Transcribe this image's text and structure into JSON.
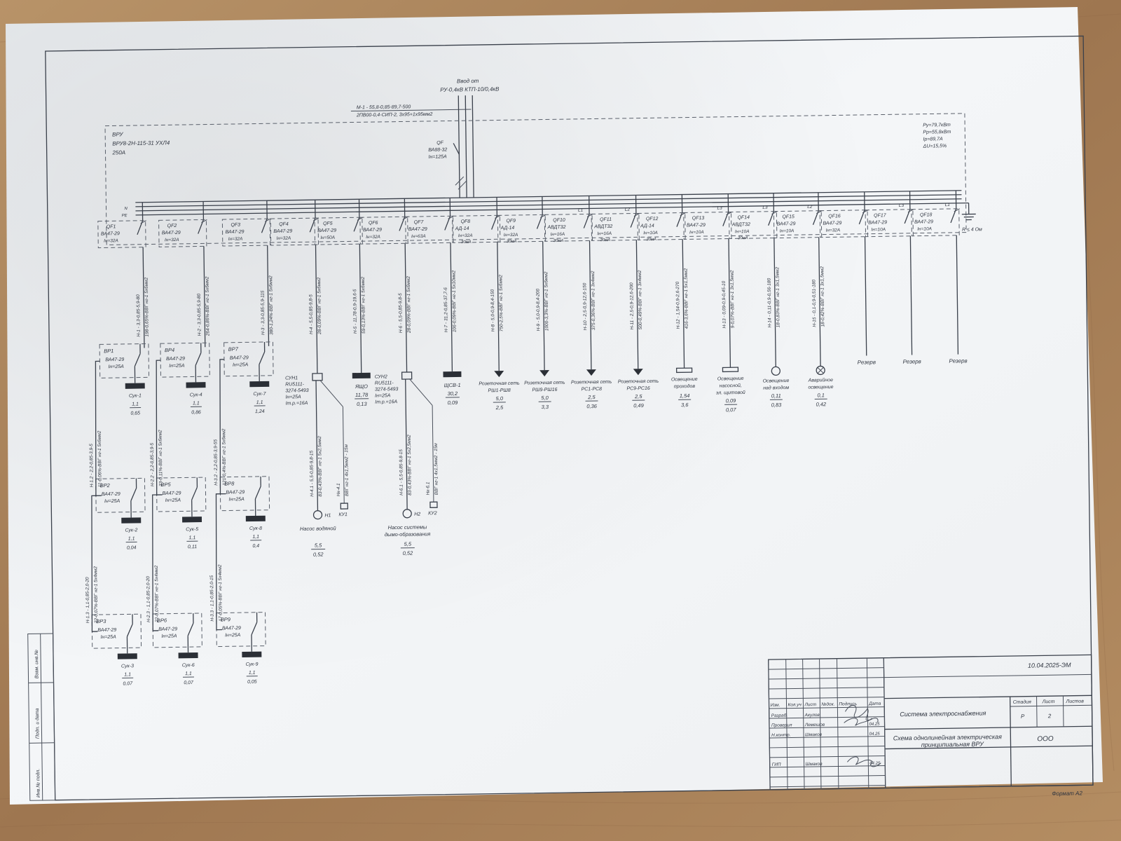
{
  "input": {
    "line1": "Ввод от",
    "line2": "РУ-0,4кВ КТП-10/0,4кВ",
    "cable1": "М-1 - 55,8-0,85-89,7-500",
    "cable2": "2ПВ00-0,4-СИП-2, 3х95+1х95мм2"
  },
  "vru": {
    "line1": "ВРУ",
    "line2": "ВРУ8-2Н-115-31 УХЛ4",
    "line3": "250А"
  },
  "main_breaker": {
    "name": "QF",
    "type": "ВА88-32",
    "rating": "Iн=125А"
  },
  "totals": {
    "line1": "Ру=79,7кВт",
    "line2": "Рр=55,8кВт",
    "line3": "Ip=89,7А",
    "line4": "ΔU=15,5%"
  },
  "bus_labels": [
    "N",
    "PE"
  ],
  "ground_label": "R ≤ 4 Ом",
  "feeders": [
    {
      "qf": "QF1",
      "type": "ВА47-29",
      "rating": "Iн=32А",
      "cable1": "Н-1 - 3,3-0,85-5,9-80",
      "cable2": "198-0,65%-ВВГ нг-1 5х6мм2"
    },
    {
      "qf": "QF2",
      "type": "ВА47-29",
      "rating": "Iн=32А",
      "cable1": "Н-2 - 3,3-0,85-5,9-80",
      "cable2": "264-0,86%-ВВГ нг-1 5х6мм2"
    },
    {
      "qf": "QF3",
      "type": "ВА47-29",
      "rating": "Iн=32А",
      "cable1": "Н-3 - 3,3-0,85-5,9-115",
      "cable2": "380-1,24%-ВВГ нг-1 5х6мм2"
    },
    {
      "qf": "QF4",
      "type": "ВА47-29",
      "rating": "Iн=32А",
      "cable1": "Н-4 - 5,5-0,85-9,8-5",
      "cable2": "28-0,09%-ВВГ нг-1 5х6мм2",
      "load": {
        "name": "СУН1",
        "l1": "RU5111-",
        "l2": "3274-5493",
        "l3": "Iн=25А",
        "l4": "Iт.р.=16А"
      }
    },
    {
      "qf": "QF5",
      "type": "ВА47-29",
      "rating": "Iн=50А",
      "cable1": "Н-5 - 11,78-0,9-19,6-5",
      "cable2": "59-0,13%-ВВГ нг-1 5х6мм2",
      "load": {
        "name": "ЯЩО",
        "l1": "11,78",
        "l2": "0,13"
      }
    },
    {
      "qf": "QF6",
      "type": "ВА47-29",
      "rating": "Iн=32А",
      "cable1": "Н-6 - 5,5-0,85-9,8-5",
      "cable2": "28-0,09%-ВВГ нг-1 5х6мм2",
      "load": {
        "name": "СУН2",
        "l1": "RU5111-",
        "l2": "3274-5493",
        "l3": "Iн=25А",
        "l4": "Iт.р.=16А"
      }
    },
    {
      "qf": "QF7",
      "type": "ВА47-29",
      "rating": "Iн=63А",
      "cable1": "Н-7 - 31,2-0,85-37,7-6",
      "cable2": "106-0,09%-ВВГ нг-1 5х10мм2",
      "load": {
        "name": "ЩСВ-1",
        "l1": "30,2",
        "l2": "0,09"
      }
    },
    {
      "qf": "QF8",
      "type": "АД-14",
      "rating": "Iн=32А",
      "sub": "30мА",
      "cable1": "Н-8 - 5,0-0,9-8,4-150",
      "cable2": "750-2,5%-ВВГ нг-1 5х6мм2",
      "load": {
        "name": "Розеточная сеть",
        "l1": "РШ1-РШ8",
        "l2": "5,0",
        "l3": "2,5"
      }
    },
    {
      "qf": "QF9",
      "type": "АД-14",
      "rating": "Iн=32А",
      "sub": "30мА",
      "cable1": "Н-9 - 5,0-0,9-8,4-200",
      "cable2": "1000-3,3%-ВВГ нг-1 5х6мм2",
      "load": {
        "name": "Розеточная сеть",
        "l1": "РШ9-РШ16",
        "l2": "5,0",
        "l3": "3,3"
      }
    },
    {
      "qf": "QF10",
      "type": "АВДТ32",
      "rating": "Iн=16А",
      "sub": "30мА",
      "phase": "L1",
      "cable1": "Н-10 - 2,5-0,9-12,6-150",
      "cable2": "375-0,36%-ВВГ нг-1 3х4мм2",
      "load": {
        "name": "Розеточная сеть",
        "l1": "РС1-РС8",
        "l2": "2,5",
        "l3": "0,36"
      }
    },
    {
      "qf": "QF11",
      "type": "АВДТ32",
      "rating": "Iн=16А",
      "sub": "30мА",
      "phase": "L2",
      "cable1": "Н-11 - 2,5-0,9-12,6-200",
      "cable2": "500-0,49%-ВВГ нг-1 3х4мм2",
      "load": {
        "name": "Розеточная сеть",
        "l1": "РС9-РС16",
        "l2": "2,5",
        "l3": "0,49"
      }
    },
    {
      "qf": "QF12",
      "type": "АД-14",
      "rating": "Iн=10А",
      "sub": "30мА",
      "cable1": "Н-12 - 1,54-0,9-2,6-270",
      "cable2": "416-3,6%-ВВГ нг-1 5х1,5мм2",
      "load": {
        "name": "Освещение",
        "l1": "проходов",
        "l2": "1,54",
        "l3": "3,6"
      }
    },
    {
      "qf": "QF13",
      "type": "ВА47-29",
      "rating": "Iн=10А",
      "phase": "L3",
      "cable1": "Н-13 - 0,09-0,9-0,45-10",
      "cable2": "9-0,07%-ВВГ нг-1 3х1,5мм2",
      "load": {
        "name": "Освещение",
        "l1": "насосной,",
        "l2": "эл. щитовой",
        "l3": "0,09",
        "l4": "0,07"
      }
    },
    {
      "qf": "QF14",
      "type": "АВДТ32",
      "rating": "Iн=10А",
      "sub": "30мА",
      "phase": "L3",
      "cable1": "Н-14 - 0,11-0,9-0,56-180",
      "cable2": "18-0,83%-ВВГ нг-1 3х1,5мм2",
      "load": {
        "name": "Освещение",
        "l1": "над входом",
        "l2": "0,11",
        "l3": "0,83"
      }
    },
    {
      "qf": "QF15",
      "type": "ВА47-29",
      "rating": "Iн=10А",
      "phase": "L2",
      "cable1": "Н-15 - 0,1-0,9-0,51-180",
      "cable2": "18-0,42%-ВВГ нг-1 3х1,5мм2",
      "load": {
        "name": "Аварийное",
        "l1": "освещение",
        "l2": "0,1",
        "l3": "0,42"
      }
    },
    {
      "qf": "QF16",
      "type": "ВА47-29",
      "rating": "Iн=32А",
      "load": {
        "name": "Резерв"
      }
    },
    {
      "qf": "QF17",
      "type": "ВА47-29",
      "rating": "Iн=10А",
      "phase": "L3",
      "load": {
        "name": "Резерв"
      }
    },
    {
      "qf": "QF18",
      "type": "ВА47-29",
      "rating": "Iн=10А",
      "phase": "L1",
      "load": {
        "name": "Резерв"
      }
    }
  ],
  "sub_boards": [
    {
      "vp": "ВР1",
      "type": "ВА47-29",
      "rating": "Iн=25А",
      "name": "Сук-1",
      "v1": "1,1",
      "v2": "0,65"
    },
    {
      "vp": "ВР4",
      "type": "ВА47-29",
      "rating": "Iн=25А",
      "name": "Сук-4",
      "v1": "1,1",
      "v2": "0,86"
    },
    {
      "vp": "ВР7",
      "type": "ВА47-29",
      "rating": "Iн=25А",
      "name": "Сук-7",
      "v1": "1,1",
      "v2": "1,24"
    },
    {
      "vp": "ВР2",
      "type": "ВА47-29",
      "rating": "Iн=25А",
      "name": "Сук-2",
      "v1": "1,1",
      "v2": "0,04"
    },
    {
      "vp": "ВР5",
      "type": "ВА47-29",
      "rating": "Iн=25А",
      "name": "Сук-5",
      "v1": "1,1",
      "v2": "0,11"
    },
    {
      "vp": "ВР8",
      "type": "ВА47-29",
      "rating": "Iн=25А",
      "name": "Сук-8",
      "v1": "1,1",
      "v2": "0,4"
    },
    {
      "vp": "ВР3",
      "type": "ВА47-29",
      "rating": "Iн=25А",
      "name": "Сук-3",
      "v1": "1,1",
      "v2": "0,07"
    },
    {
      "vp": "ВР6",
      "type": "ВА47-29",
      "rating": "Iн=25А",
      "name": "Сук-6",
      "v1": "1,1",
      "v2": "0,07"
    },
    {
      "vp": "ВР9",
      "type": "ВА47-29",
      "rating": "Iн=25А",
      "name": "Сук-9",
      "v1": "1,1",
      "v2": "0,05"
    }
  ],
  "sub_cables": [
    {
      "c1": "Н-1.2 - 2,2-0,85-3,9-5",
      "c2": "11-0,06%-ВВГ нг-1 5х6мм2"
    },
    {
      "c1": "Н-2.2 - 2,2-0,85-3,9-5",
      "c2": "33-0,11%-ВВГ нг-1 5х6мм2"
    },
    {
      "c1": "Н-3.2 - 2,2-0,85-3,9-55",
      "c2": "121-0,4%-ВВГ нг-1 5х6мм2"
    },
    {
      "c1": "Н-1.3 - 1,1-0,85-2,0-20",
      "c2": "22-0,07%-ВВГ нг-1 5х4мм2"
    },
    {
      "c1": "Н-2.3 - 1,1-0,85-2,0-20",
      "c2": "22-0,07%-ВВГ нг-1 5х4мм2"
    },
    {
      "c1": "Н-3.3 - 1,1-0,85-2,0-15",
      "c2": "17-0,05%-ВВГ нг-1 5х4мм2"
    }
  ],
  "pumps": [
    {
      "cable1": "Н-4.1 - 5,5-0,85-9,8-15",
      "cable2": "83-0,43%-ВВГ нг-1 5х2,5мм2",
      "kc_cable1": "Нк-4.1",
      "kc_cable2": "ВВГ нг-1 4х1,5мм2 - 15м",
      "motor": "Н1",
      "kc": "КУ1",
      "name1": "Насос водяной",
      "name2": "",
      "v1": "5,5",
      "v2": "0,52"
    },
    {
      "cable1": "Н-6.1 - 5,5-0,85-9,8-15",
      "cable2": "83-0,43%-ВВГ нг-1 5х2,5мм2",
      "kc_cable1": "Нк-6.1",
      "kc_cable2": "ВВГ нг-1 4х1,5мм2 - 15м",
      "motor": "Н2",
      "kc": "КУ2",
      "name1": "Насос системы",
      "name2": "дымо-образования",
      "v1": "5,5",
      "v2": "0,52"
    }
  ],
  "stamp": {
    "doc_code": "10.04.2025-ЭМ",
    "headers": [
      "Изм.",
      "Кол.уч",
      "Лист",
      "№док.",
      "Подпись",
      "Дата"
    ],
    "roles": [
      {
        "role": "Разраб.",
        "name": "Акулов",
        "date": ""
      },
      {
        "role": "Проверил",
        "name": "Лемешов",
        "date": "04.25"
      },
      {
        "role": "Н.контр.",
        "name": "Шмаков",
        "date": "04.25"
      },
      {
        "role": "ГИП",
        "name": "Шмаков",
        "date": "04.25"
      }
    ],
    "title1": "Система электроснабжения",
    "title2": "Схема однолинейная электрическая",
    "title3": "принципиальная ВРУ",
    "stage_label": "Стадия",
    "sheet_label": "Лист",
    "sheets_label": "Листов",
    "stage": "Р",
    "sheet": "2",
    "org": "ООО",
    "format": "Формат А2"
  },
  "side_stamp": [
    "Инв.№ подл.",
    "Подп. и дата",
    "Взам. инв.№"
  ]
}
